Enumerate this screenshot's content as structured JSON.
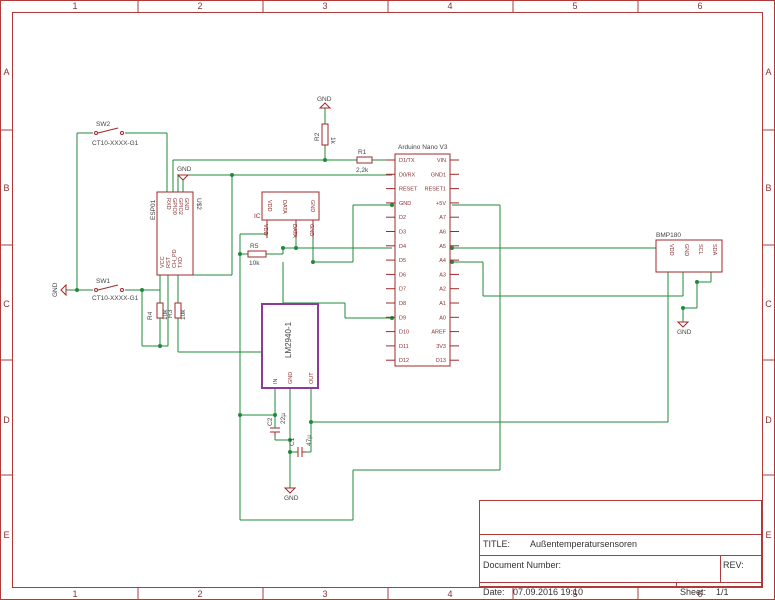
{
  "frame": {
    "columns": [
      "1",
      "2",
      "3",
      "4",
      "5",
      "6"
    ],
    "rows": [
      "A",
      "B",
      "C",
      "D",
      "E"
    ]
  },
  "title_block": {
    "title_label": "TITLE:",
    "title_value": "Außentemperatursensoren",
    "doc_label": "Document Number:",
    "rev_label": "REV:",
    "date_label": "Date:",
    "date_value": "07.09.2016 19:10",
    "sheet_label": "Sheet:",
    "sheet_value": "1/1"
  },
  "parts": {
    "arduino": {
      "name": "Arduino Nano V3",
      "left_pins": [
        "D1/TX",
        "D0/RX",
        "RESET",
        "GND",
        "D2",
        "D3",
        "D4",
        "D5",
        "D6",
        "D7",
        "D8",
        "D9",
        "D10",
        "D11",
        "D12"
      ],
      "right_pins": [
        "VIN",
        "GND1",
        "RESET1",
        "+5V",
        "A7",
        "A6",
        "A5",
        "A4",
        "A3",
        "A2",
        "A1",
        "A0",
        "AREF",
        "3V3",
        "D13"
      ]
    },
    "esp": {
      "name": "ESP01",
      "ref": "U$2",
      "top_pins": [
        "RXD",
        "GPIO0",
        "GPIO2",
        "GND"
      ],
      "bottom_pins": [
        "VCC",
        "RST",
        "CH_PD",
        "TXD"
      ]
    },
    "ds": {
      "ref": "IC",
      "pins": [
        "VDD",
        "DATA",
        "GND"
      ],
      "stub_labels": [
        "VDD",
        "DATA",
        "GND"
      ]
    },
    "bmp": {
      "name": "BMP180",
      "pins": [
        "VDD",
        "GND",
        "SCL",
        "SDA"
      ]
    },
    "lm": {
      "name": "LM2940-1",
      "pins": [
        "IN",
        "GND",
        "OUT"
      ]
    },
    "sw1": {
      "ref": "SW1",
      "part": "CT10-XXXX-G1"
    },
    "sw2": {
      "ref": "SW2",
      "part": "CT10-XXXX-G1"
    },
    "r1": {
      "ref": "R1",
      "value": "2,2k"
    },
    "r2": {
      "ref": "R2",
      "value": "1k"
    },
    "r3": {
      "ref": "R3",
      "value": "10k"
    },
    "r4": {
      "ref": "R4",
      "value": "10k"
    },
    "r5": {
      "ref": "R5",
      "value": "10k"
    },
    "c1": {
      "ref": "C1",
      "value": "47µ"
    },
    "c2": {
      "ref": "C2",
      "value": "22µ"
    },
    "gnd_label": "GND"
  }
}
